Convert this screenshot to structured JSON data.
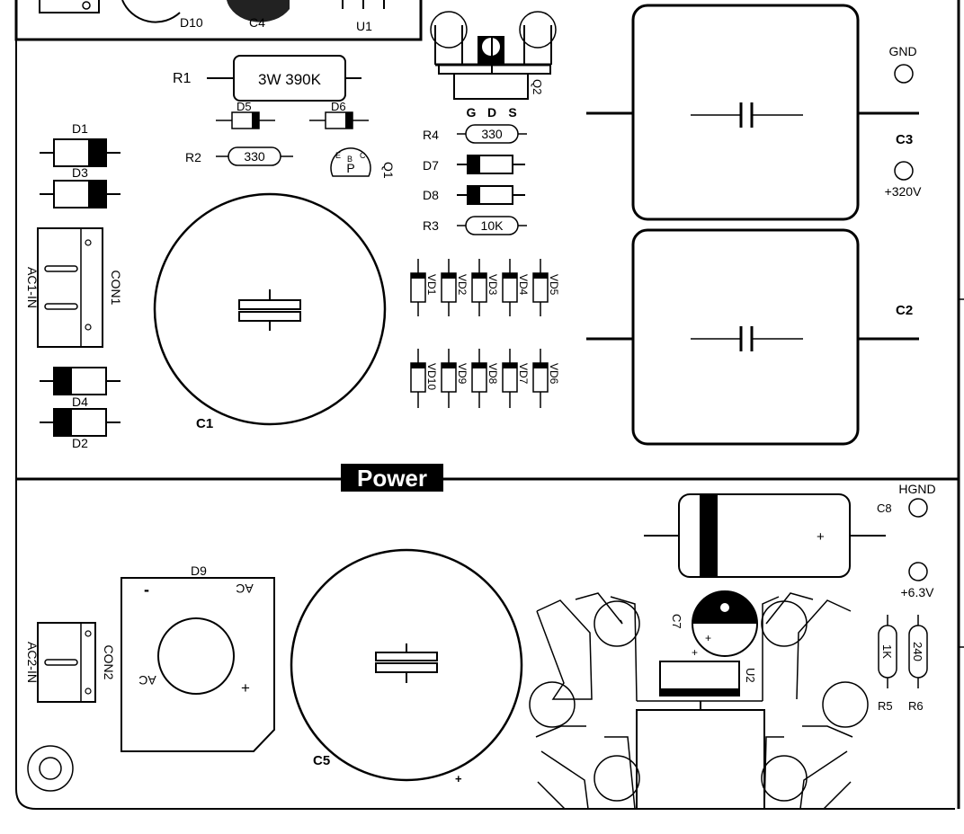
{
  "section_label": "Power",
  "labels": {
    "D10": "D10",
    "C4": "C4",
    "U1": "U1",
    "R1": "R1",
    "R1_value": "3W 390K",
    "D5": "D5",
    "D6": "D6",
    "D1": "D1",
    "D3": "D3",
    "R2": "R2",
    "R2_value": "330",
    "Q1": "Q1",
    "Q1_pin_e": "E",
    "Q1_pin_b": "B",
    "Q1_pin_c": "C",
    "Q1_type": "P",
    "Q2": "Q2",
    "Q2_pin_g": "G",
    "Q2_pin_d": "D",
    "Q2_pin_s": "S",
    "R4": "R4",
    "R4_value": "330",
    "D7": "D7",
    "D8": "D8",
    "R3": "R3",
    "R3_value": "10K",
    "VD1": "VD1",
    "VD2": "VD2",
    "VD3": "VD3",
    "VD4": "VD4",
    "VD5": "VD5",
    "VD6": "VD6",
    "VD7": "VD7",
    "VD8": "VD8",
    "VD9": "VD9",
    "VD10": "VD10",
    "CON1": "CON1",
    "AC1_IN": "AC1-IN",
    "D4": "D4",
    "D2": "D2",
    "C1": "C1",
    "C2": "C2",
    "C3": "C3",
    "GND": "GND",
    "plus320V": "+320V",
    "HGND": "HGND",
    "C8": "C8",
    "plus6_3V": "+6.3V",
    "D9": "D9",
    "D9_minus": "-",
    "D9_ac_top": "AC",
    "D9_ac_left": "AC",
    "D9_plus": "+",
    "CON2": "CON2",
    "AC2_IN": "AC2-IN",
    "C5": "C5",
    "C5_plus": "+",
    "C7": "C7",
    "C7_plus": "+",
    "C8_plus": "+",
    "U2": "U2",
    "R5": "R5",
    "R5_value": "1K",
    "R6": "R6",
    "R6_value": "240"
  }
}
